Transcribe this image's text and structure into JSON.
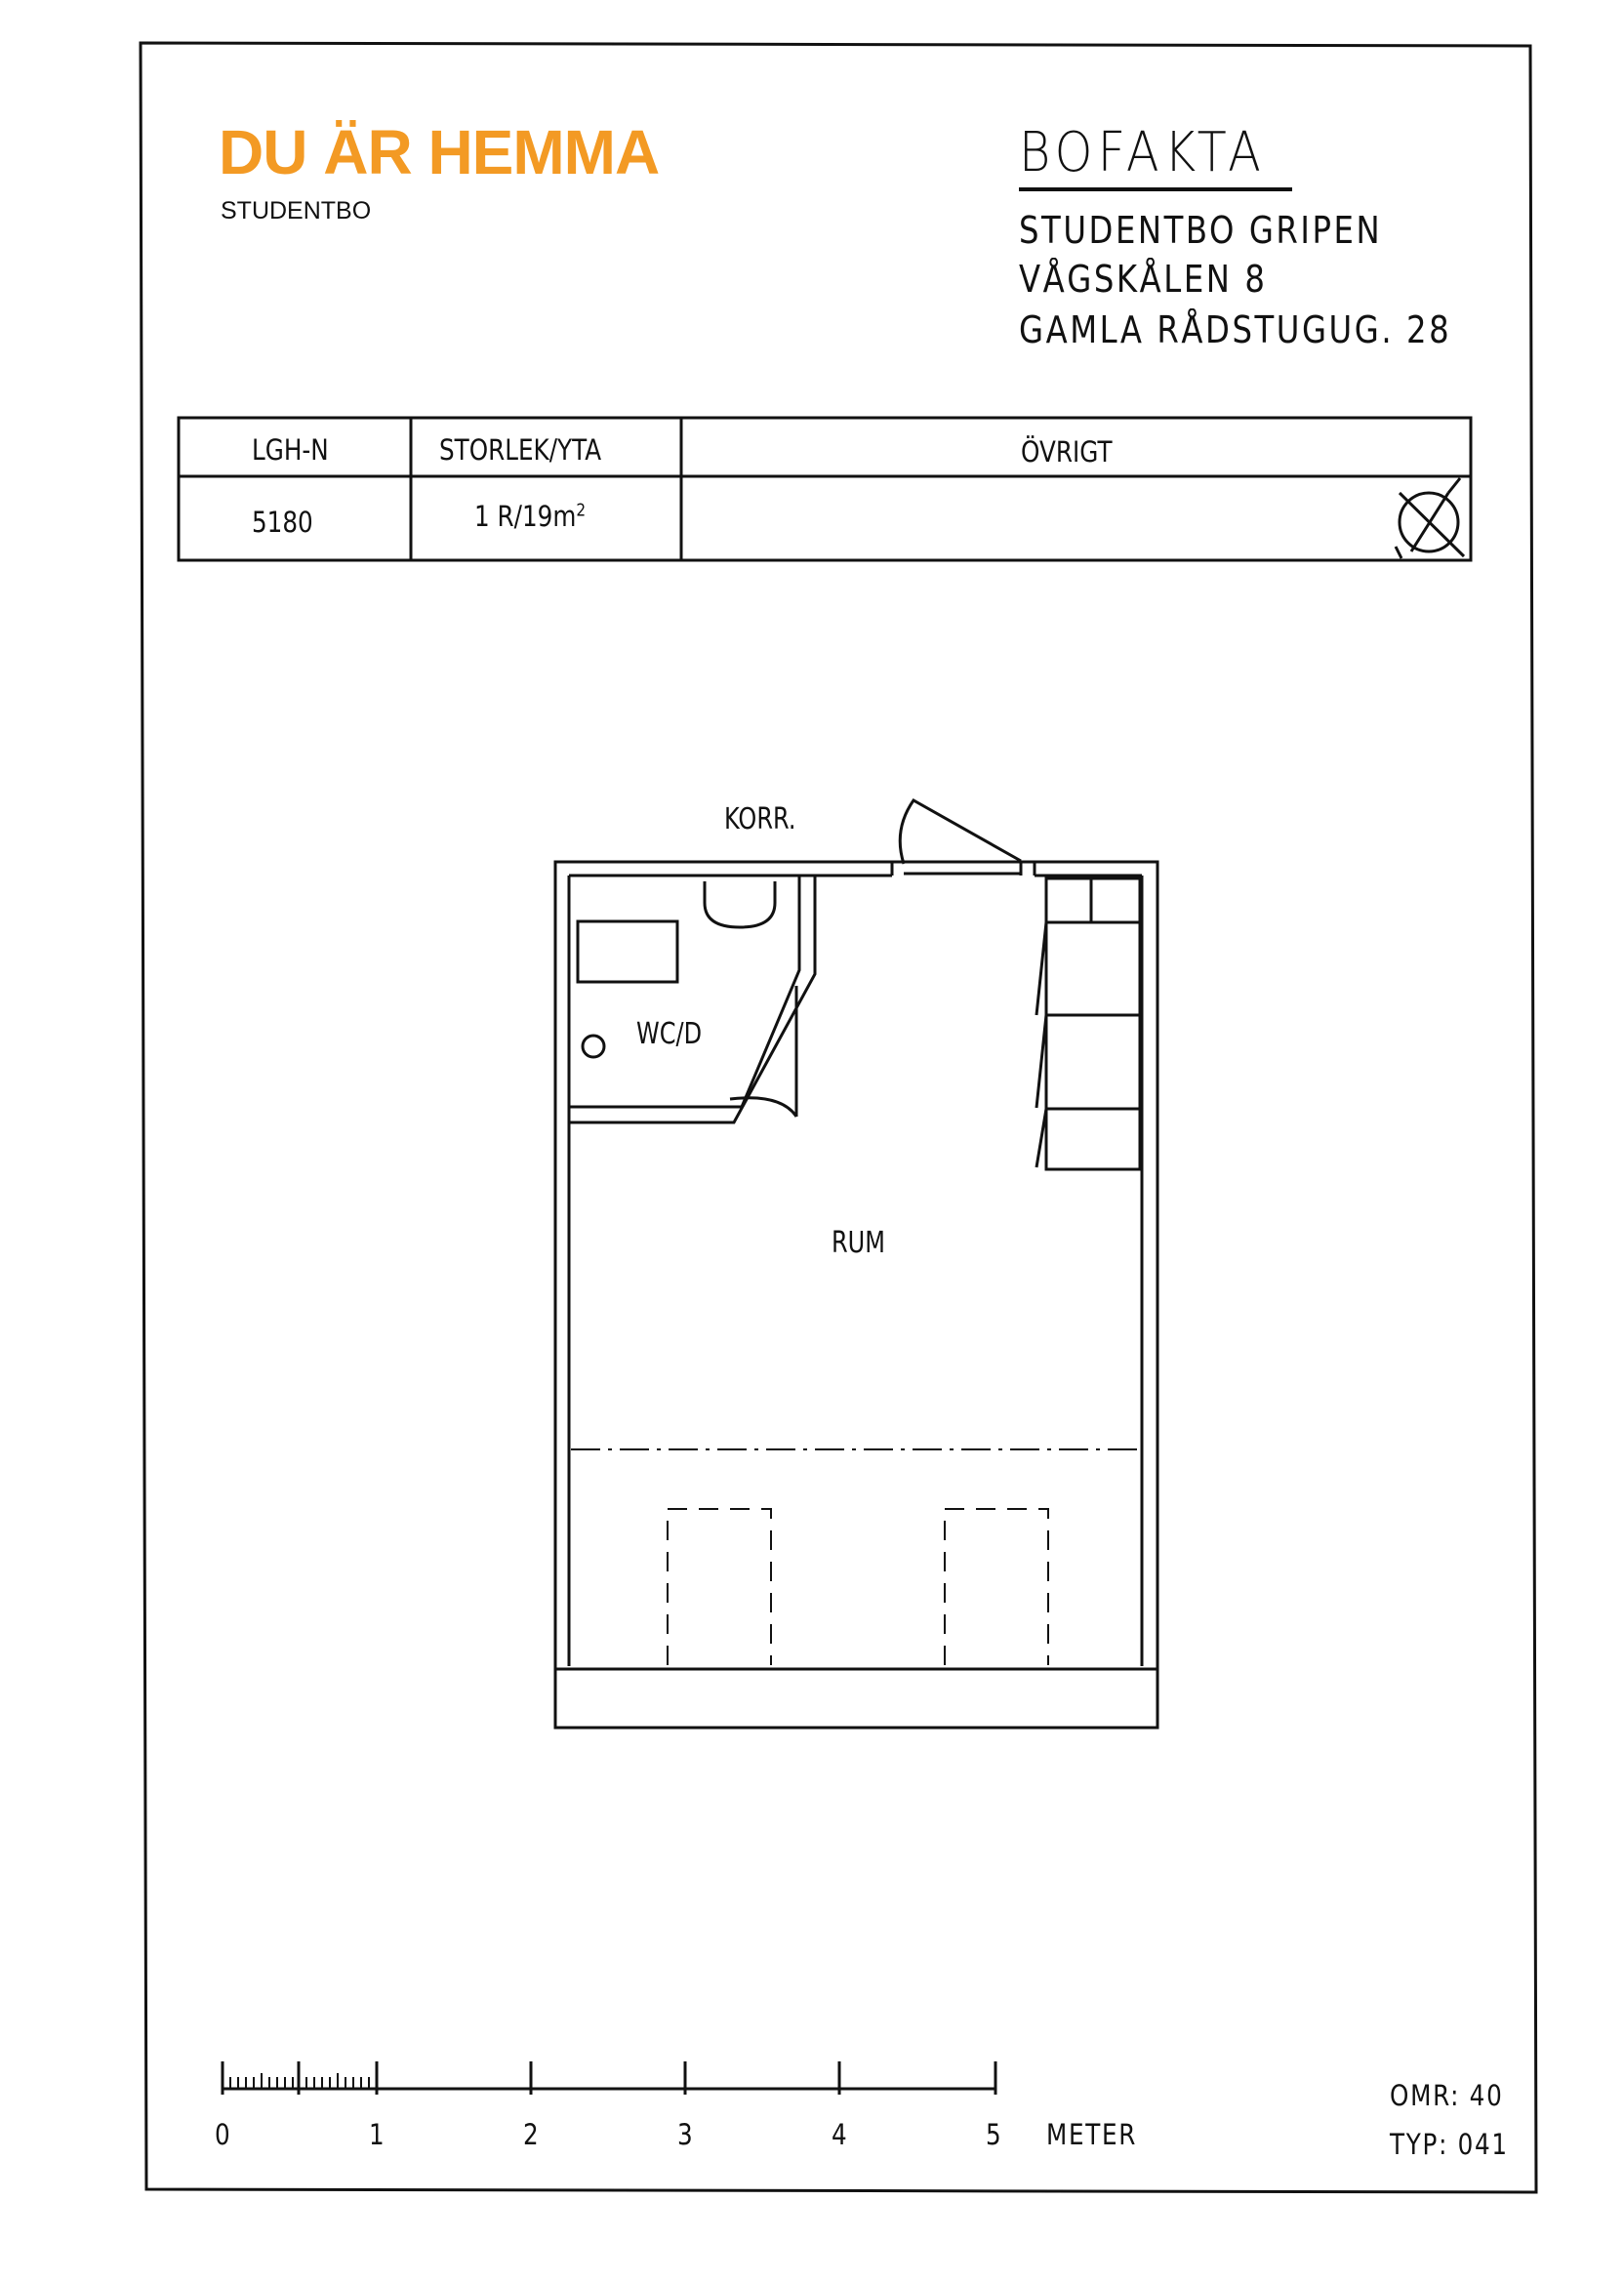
{
  "brand": {
    "name": "DU ÄR HEMMA",
    "sub": "STUDENTBO",
    "accent": "#f39a24"
  },
  "header": {
    "title": "BOFAKTA",
    "address_lines": [
      "STUDENTBO  GRIPEN",
      "VÅGSKÅLEN 8",
      "GAMLA RÅDSTUGUG. 28"
    ]
  },
  "table": {
    "headers": [
      "LGH-N",
      "STORLEK/YTA",
      "ÖVRIGT"
    ],
    "apartment_no": "5180",
    "size": "1 R/19m",
    "size_sup": "2",
    "other": ""
  },
  "compass": {
    "icon": "compass-north-arrow-icon"
  },
  "plan": {
    "corridor": "KORR.",
    "bathroom": "WC/D",
    "room": "RUM"
  },
  "scale": {
    "ticks": [
      "0",
      "1",
      "2",
      "3",
      "4",
      "5"
    ],
    "unit": "METER"
  },
  "meta": {
    "omr": "OMR: 40",
    "typ": "TYP: 041"
  }
}
